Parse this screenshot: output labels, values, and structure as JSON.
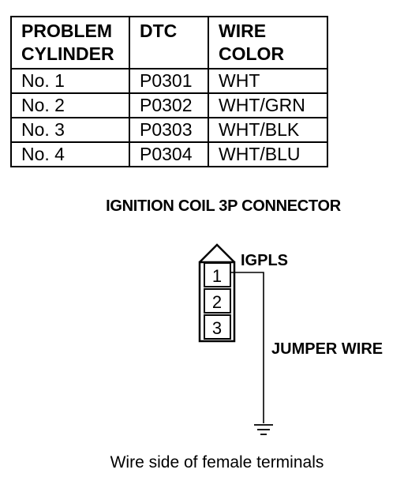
{
  "table": {
    "headers": [
      "PROBLEM CYLINDER",
      "DTC",
      "WIRE COLOR"
    ],
    "header_lines": [
      [
        "PROBLEM",
        "CYLINDER"
      ],
      [
        "DTC",
        ""
      ],
      [
        "WIRE",
        "COLOR"
      ]
    ],
    "rows": [
      [
        "No. 1",
        "P0301",
        "WHT"
      ],
      [
        "No. 2",
        "P0302",
        "WHT/GRN"
      ],
      [
        "No. 3",
        "P0303",
        "WHT/BLK"
      ],
      [
        "No. 4",
        "P0304",
        "WHT/BLU"
      ]
    ]
  },
  "diagram": {
    "connector_title": "IGNITION COIL 3P CONNECTOR",
    "pins": [
      "1",
      "2",
      "3"
    ],
    "terminal_label": "IGPLS",
    "wire_label": "JUMPER WIRE",
    "ground_icon": "ground-symbol-icon",
    "caption": "Wire side of female terminals"
  }
}
